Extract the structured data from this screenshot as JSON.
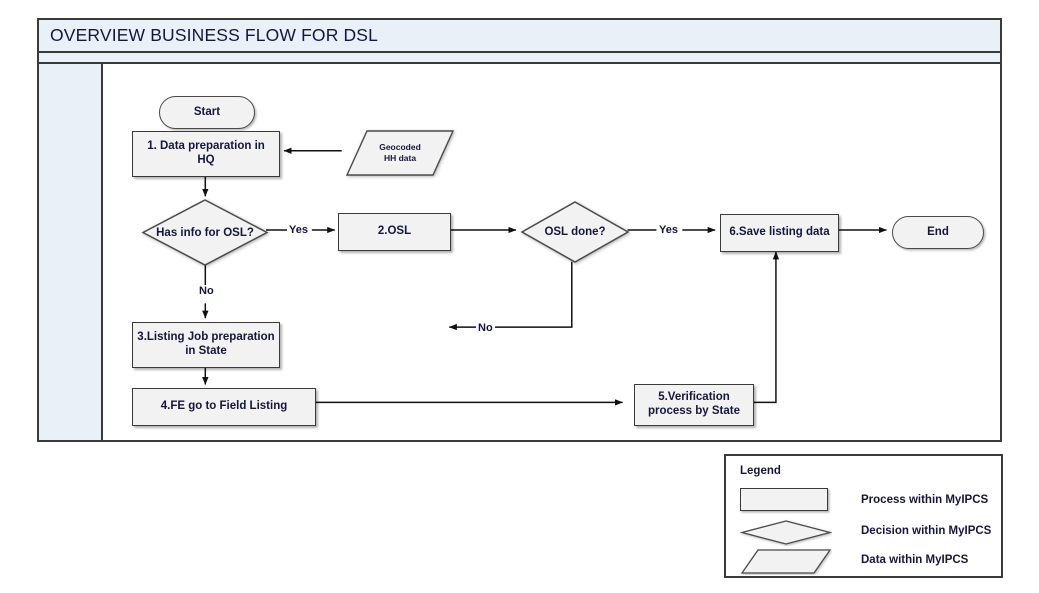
{
  "header": {
    "title": "OVERVIEW BUSINESS FLOW FOR DSL"
  },
  "flow": {
    "nodes": [
      {
        "id": "start",
        "type": "terminator",
        "label": "Start"
      },
      {
        "id": "step1",
        "type": "process",
        "label": "1. Data preparation in HQ"
      },
      {
        "id": "geodata",
        "type": "data",
        "label_line1": "Geocoded",
        "label_line2": "HH data"
      },
      {
        "id": "decision1",
        "type": "decision",
        "label": "Has info for OSL?"
      },
      {
        "id": "step2",
        "type": "process",
        "label": "2.OSL"
      },
      {
        "id": "decision2",
        "type": "decision",
        "label": "OSL done?"
      },
      {
        "id": "step6",
        "type": "process",
        "label": "6.Save listing data"
      },
      {
        "id": "end",
        "type": "terminator",
        "label": "End"
      },
      {
        "id": "step3",
        "type": "process",
        "label_line1": "3.Listing Job preparation",
        "label_line2": "in State"
      },
      {
        "id": "step4",
        "type": "process",
        "label": "4.FE go to Field Listing"
      },
      {
        "id": "step5",
        "type": "process",
        "label_line1": "5.Verification",
        "label_line2": "process by State"
      }
    ],
    "edge_labels": {
      "d1_yes": "Yes",
      "d1_no": "No",
      "d2_yes": "Yes",
      "d2_no": "No"
    }
  },
  "legend": {
    "title": "Legend",
    "items": [
      {
        "shape": "process",
        "label": "Process within MyIPCS"
      },
      {
        "shape": "decision",
        "label": "Decision within MyIPCS"
      },
      {
        "shape": "data",
        "label": "Data within MyIPCS"
      }
    ]
  },
  "colors": {
    "header_bg": "#e9f0f8",
    "shape_fill": "#f2f2f2",
    "stroke": "#3a3a3a",
    "text": "#16163a"
  }
}
